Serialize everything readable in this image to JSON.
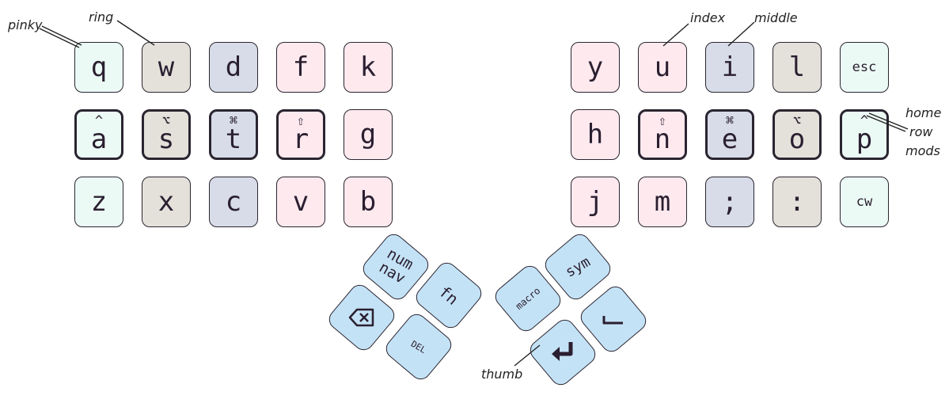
{
  "keys": {
    "q": "q",
    "w": "w",
    "d": "d",
    "f": "f",
    "k": "k",
    "a": "a",
    "s": "s",
    "t": "t",
    "r": "r",
    "g": "g",
    "z": "z",
    "x": "x",
    "c": "c",
    "v": "v",
    "b": "b",
    "y": "y",
    "u": "u",
    "i": "i",
    "l": "l",
    "esc": "esc",
    "h": "h",
    "n": "n",
    "e": "e",
    "o": "o",
    "p": "p",
    "j": "j",
    "m": "m",
    "semicolon": ";",
    "colon": ":",
    "cw": "cw"
  },
  "mods": {
    "ctrl": "^",
    "alt": "⌥",
    "cmd": "⌘",
    "shift": "⇧"
  },
  "thumb": {
    "num": "num",
    "nav": "nav",
    "fn": "fn",
    "del": "DEL",
    "macro": "macro",
    "sym": "sym"
  },
  "annotations": {
    "pinky": "pinky",
    "ring": "ring",
    "index": "index",
    "middle": "middle",
    "home": "home",
    "row": "row",
    "mods": "mods",
    "thumb": "thumb"
  },
  "colors": {
    "pinky": "#ecfaf5",
    "ring": "#e3e1da",
    "middle": "#d7dce8",
    "index": "#fde9ee",
    "thumb": "#c4e2f6",
    "outline": "#2a2530"
  },
  "icons": {
    "backspace": "backspace-icon",
    "enter": "enter-icon",
    "space": "space-icon"
  }
}
